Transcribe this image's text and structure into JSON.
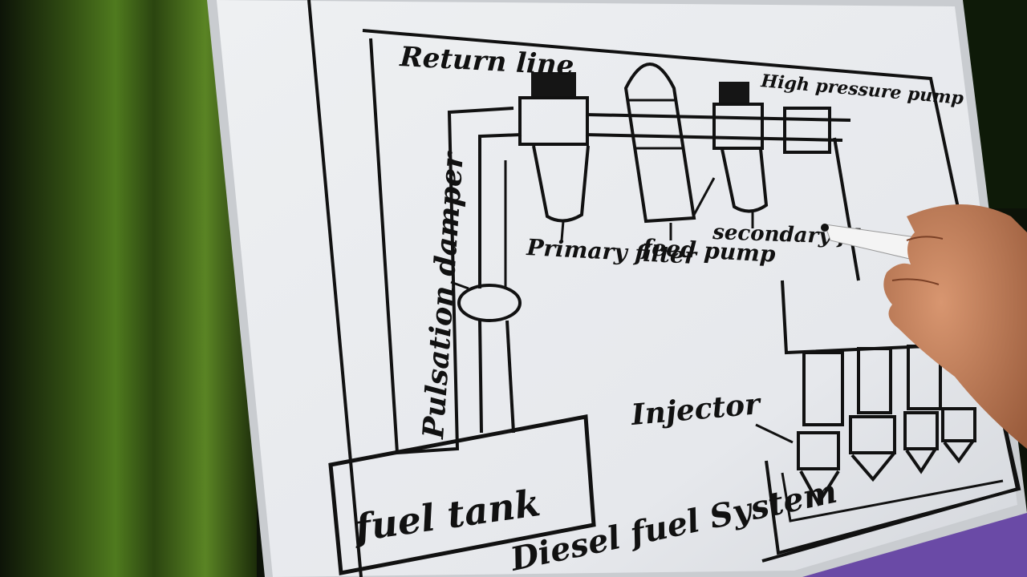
{
  "board": {
    "title": "Diesel fuel System",
    "labels": {
      "return_line": "Return line",
      "high_pressure_pump": "High pressure pump",
      "pulsation_damper": "Pulsation damper",
      "primary_filter": "Primary filter",
      "feed_pump": "feed pump",
      "secondary_filter": "secondary filter",
      "injector": "Injector",
      "fuel_tank": "fuel tank"
    }
  },
  "colors": {
    "board": "#e9ebee",
    "frame": "#c9ccd0",
    "ink": "#111111",
    "curtain": "#4f7a1e",
    "marker_cap": "#2e9a3e",
    "skin": "#c9845f"
  },
  "icons": {
    "marker": "marker-pen-icon",
    "hand": "hand-icon"
  }
}
